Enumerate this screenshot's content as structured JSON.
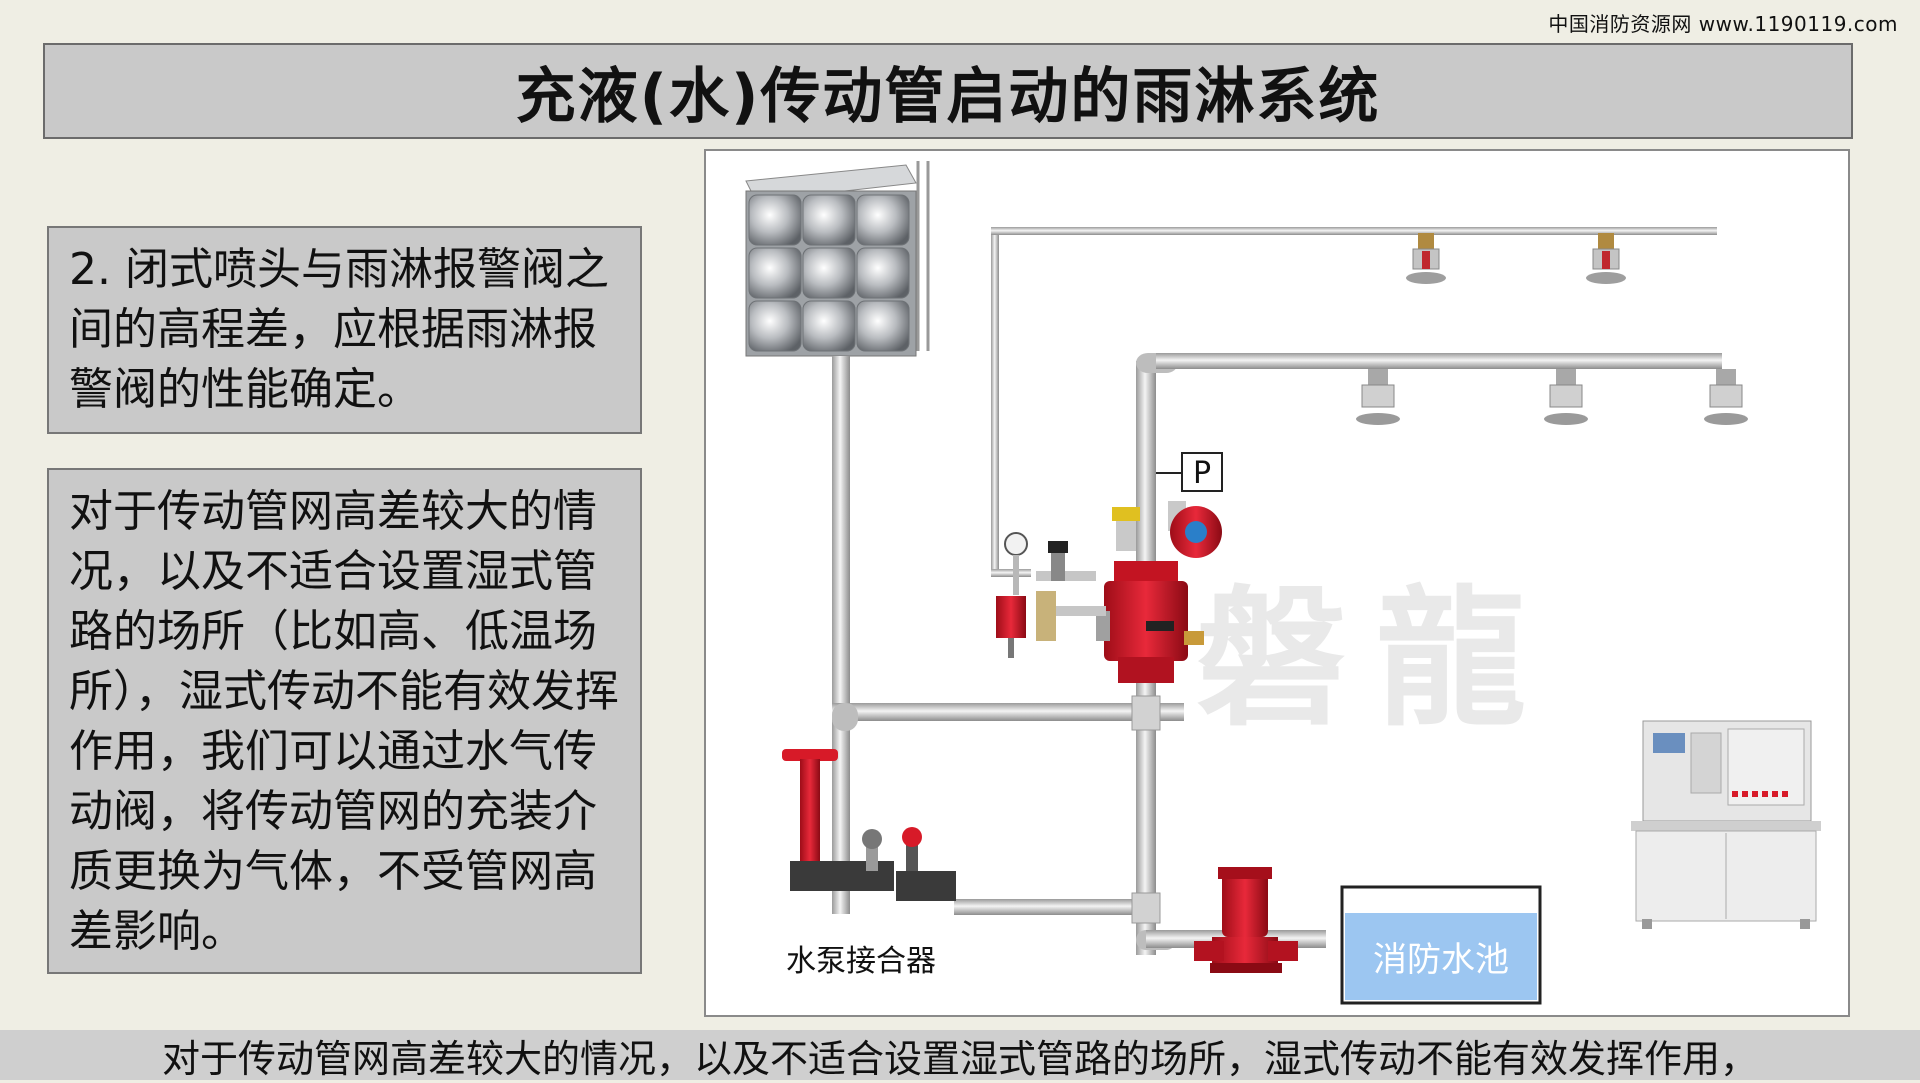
{
  "header": {
    "source_watermark": "中国消防资源网 www.1190119.com",
    "title": "充液(水)传动管启动的雨淋系统"
  },
  "notes": {
    "point2": "2. 闭式喷头与雨淋报警阀之间的高程差，应根据雨淋报警阀的性能确定。",
    "explanation": "对于传动管网高差较大的情况，以及不适合设置湿式管路的场所（比如高、低温场所），湿式传动不能有效发挥作用，我们可以通过水气传动阀，将传动管网的充装介质更换为气体，不受管网高差影响。"
  },
  "diagram": {
    "pressure_switch_label": "P",
    "pump_connector_label": "水泵接合器",
    "fire_pool_label": "消防水池",
    "logo_text": "磐龍",
    "colors": {
      "pipe": "#c8c8c8",
      "pipe_edge": "#8f8f8f",
      "valve_red": "#d71a28",
      "pool_blue": "#9cc6f1",
      "tank_steel": "#b9bcc0"
    }
  },
  "subtitle": {
    "text": "对于传动管网高差较大的情况，以及不适合设置湿式管路的场所，湿式传动不能有效发挥作用，"
  }
}
